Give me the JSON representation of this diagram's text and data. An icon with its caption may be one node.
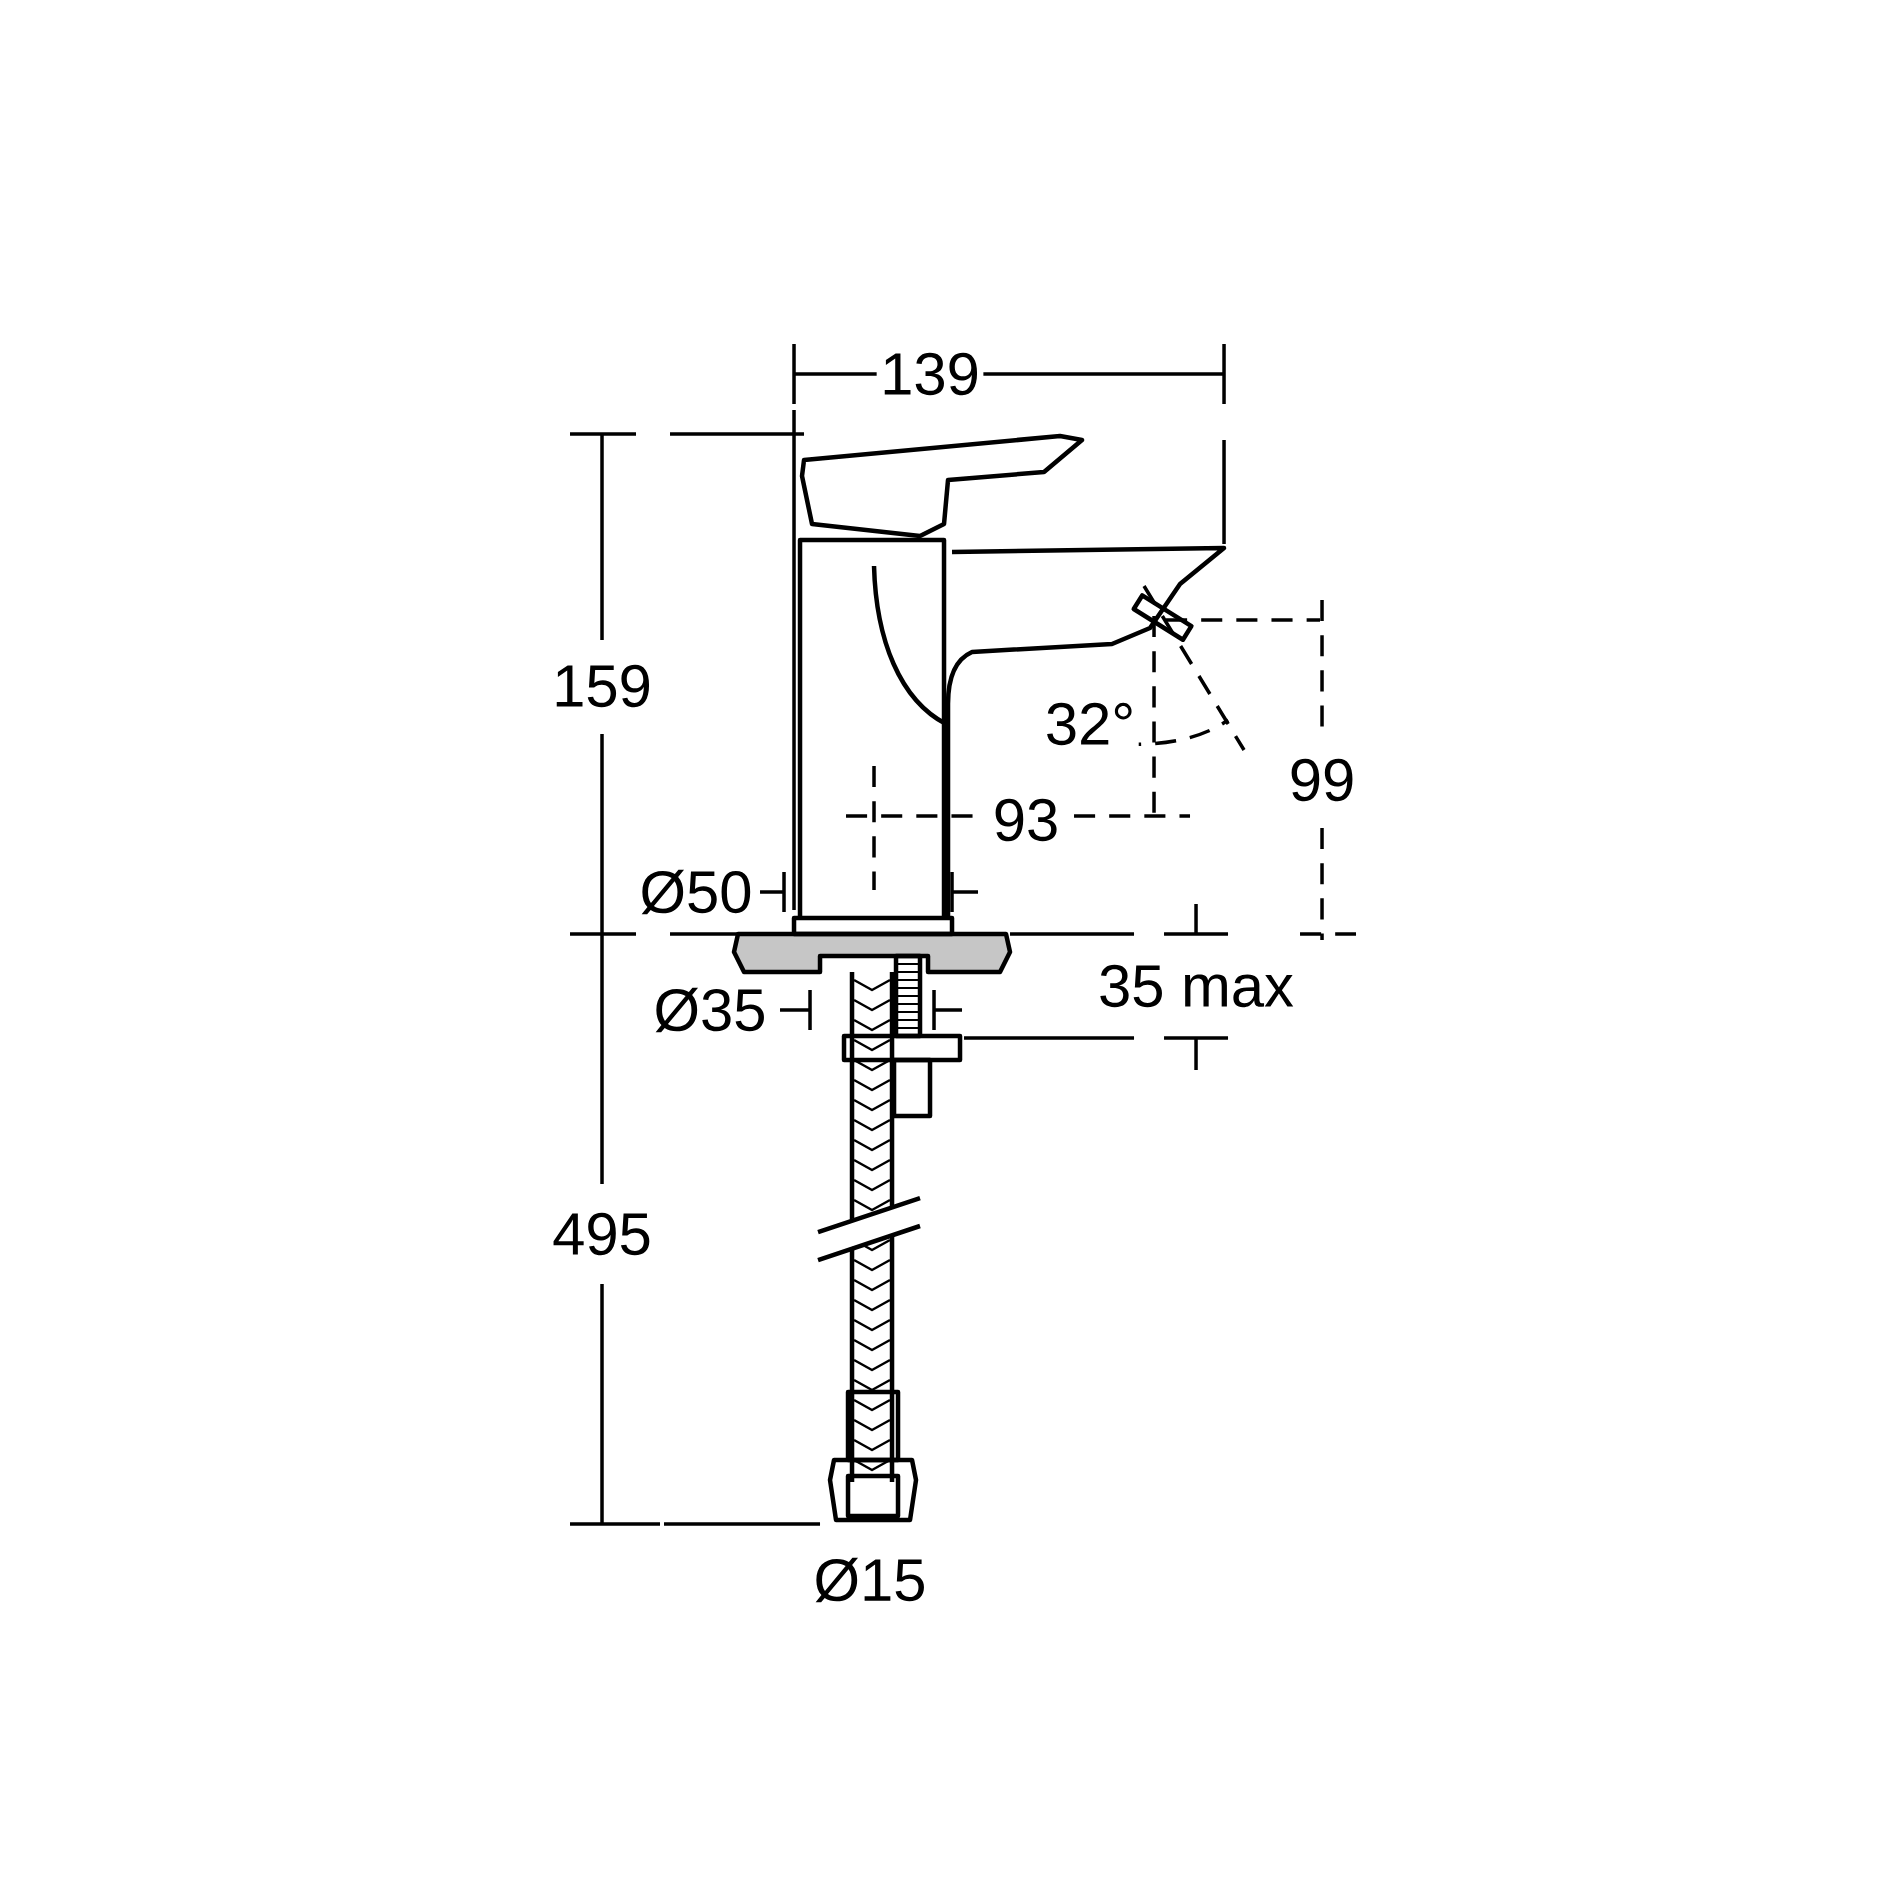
{
  "diagram": {
    "labels": [
      "139",
      "159",
      "32°",
      "99",
      "93",
      "Ø50",
      "Ø35",
      "35 max",
      "495",
      "Ø15"
    ]
  }
}
